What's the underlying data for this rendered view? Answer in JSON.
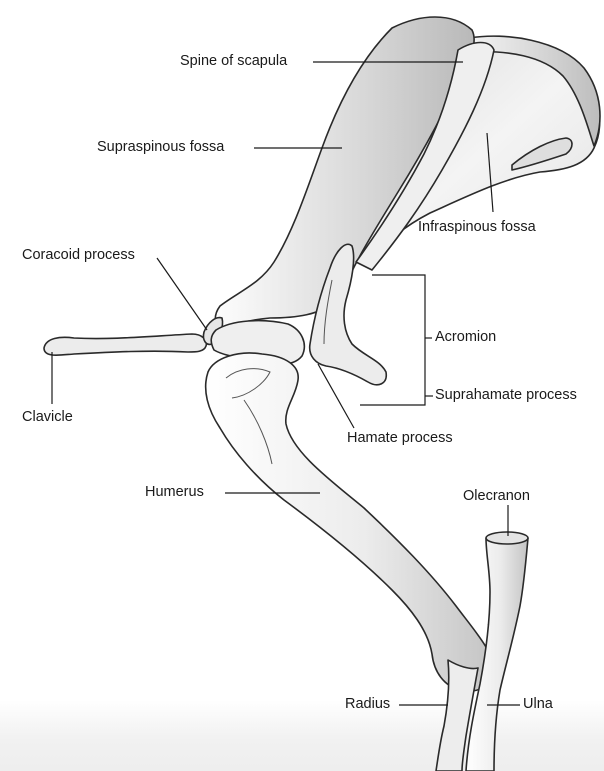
{
  "labels": {
    "spine_of_scapula": "Spine of scapula",
    "supraspinous_fossa": "Supraspinous fossa",
    "infraspinous_fossa": "Infraspinous fossa",
    "coracoid_process": "Coracoid process",
    "acromion": "Acromion",
    "clavicle": "Clavicle",
    "suprahamate_process": "Suprahamate process",
    "hamate_process": "Hamate process",
    "humerus": "Humerus",
    "olecranon": "Olecranon",
    "radius": "Radius",
    "ulna": "Ulna"
  },
  "colors": {
    "bone_light": "#fafafa",
    "bone_shade": "#c9c9c9",
    "outline": "#2a2a2a"
  }
}
